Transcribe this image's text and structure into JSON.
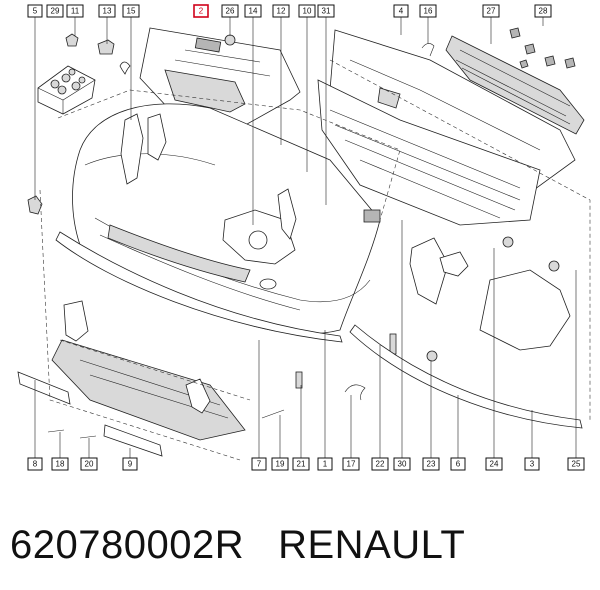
{
  "diagram": {
    "callouts_top": [
      "5",
      "29",
      "11",
      "13",
      "15",
      "2",
      "26",
      "14",
      "12",
      "10",
      "31",
      "4",
      "16",
      "27",
      "28"
    ],
    "callouts_bottom": [
      "8",
      "18",
      "20",
      "9",
      "7",
      "19",
      "21",
      "1",
      "17",
      "22",
      "30",
      "23",
      "6",
      "24",
      "3",
      "25"
    ],
    "highlighted_callout": "2",
    "colors": {
      "line": "#222222",
      "highlight": "#d0021b",
      "shade": "#d9d9d9"
    }
  },
  "caption": {
    "part_number": "620780002R",
    "brand": "RENAULT"
  }
}
